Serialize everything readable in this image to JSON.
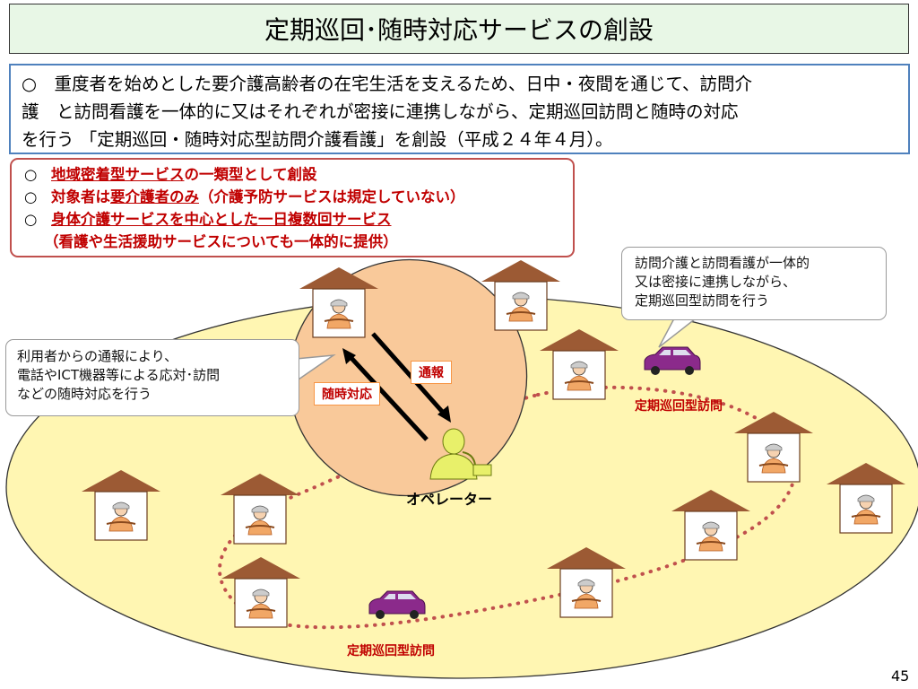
{
  "title": "定期巡回･随時対応サービスの創設",
  "intro": {
    "lines": [
      "○　重度者を始めとした要介護高齢者の在宅生活を支えるため、日中・夜間を通じて、訪問介",
      "護　と訪問看護を一体的に又はそれぞれが密接に連携しながら、定期巡回訪問と随時の対応",
      "を行う 「定期巡回・随時対応型訪問介護看護」を創設（平成２４年４月）。"
    ]
  },
  "points": [
    {
      "marker": "○",
      "underlined": "地域密着型サービス",
      "rest": "の一類型として創設"
    },
    {
      "marker": "○",
      "pre": "対象者は",
      "underlined": "要介護者のみ",
      "rest": "（介護予防サービスは規定していない）"
    },
    {
      "marker": "○",
      "underlined": "身体介護サービスを中心とした一日複数回サービス",
      "rest": ""
    }
  ],
  "points_sub": "（看護や生活援助サービスについても一体的に提供）",
  "callout_right": [
    "訪問介護と訪問看護が一体的",
    "又は密接に連携しながら、",
    "定期巡回型訪問を行う"
  ],
  "callout_left": [
    "利用者からの通報により、",
    "電話やICT機器等による応対･訪問",
    "などの随時対応を行う"
  ],
  "tag_report": "通報",
  "tag_response": "随時対応",
  "label_visit_right": "定期巡回型訪問",
  "label_visit_bottom": "定期巡回型訪問",
  "operator": "オペレーター",
  "page_number": "45",
  "colors": {
    "title_bg": "#e8f7e6",
    "intro_border": "#4f81bd",
    "points_border": "#c0504d",
    "accent_red": "#c00000",
    "area_fill": "#fff6b2",
    "focus_fill": "#f9c99a",
    "route_dots": "#c0504d",
    "roof": "#9c5a34",
    "car": "#8b2a8b"
  },
  "icons": [
    "house-icon",
    "elderly-person-icon",
    "car-icon",
    "operator-icon",
    "arrow-icon"
  ]
}
